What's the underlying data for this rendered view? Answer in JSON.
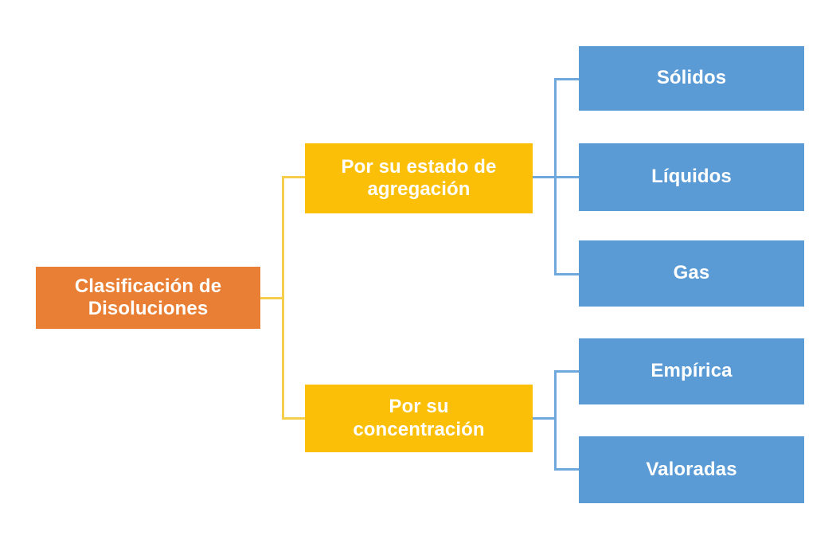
{
  "diagram": {
    "title": "Clasificación de Disoluciones",
    "type": "hierarchy-tree",
    "orientation": "left-to-right",
    "background_color": "#FFFFFF",
    "colors": {
      "root": "#E97F35",
      "level2": "#FCBF07",
      "leaf": "#5B9BD5",
      "connector_yellow": "#F5CE4B",
      "connector_blue": "#6FA8DC",
      "text": "#FFFFFF"
    },
    "root": {
      "label": "Clasificación de Disoluciones",
      "line1": "Clasificación de",
      "line2": "Disoluciones"
    },
    "branches": [
      {
        "label": "Por su estado de agregación",
        "line1": "Por su estado de",
        "line2": "agregación",
        "children": [
          {
            "label": "Sólidos"
          },
          {
            "label": "Líquidos"
          },
          {
            "label": "Gas"
          }
        ]
      },
      {
        "label": "Por su concentración",
        "line1": "Por su",
        "line2": "concentración",
        "children": [
          {
            "label": "Empírica"
          },
          {
            "label": "Valoradas"
          }
        ]
      }
    ]
  }
}
